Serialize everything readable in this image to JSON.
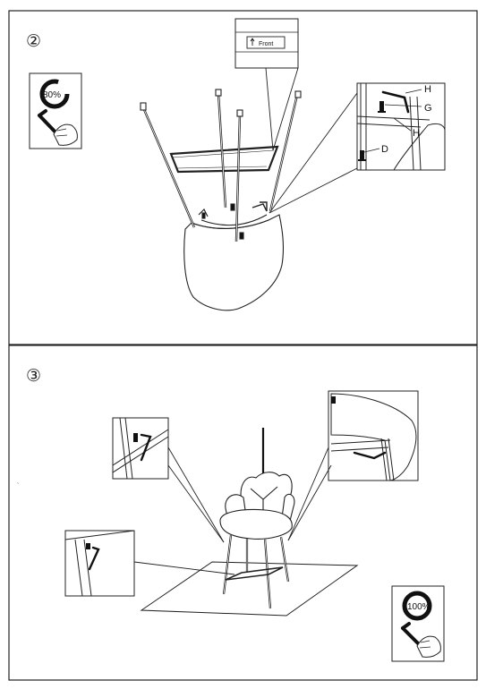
{
  "steps": [
    {
      "number": "②",
      "torque": "80%",
      "front_tag": "Front",
      "callouts": {
        "H_top": "H",
        "G": "G",
        "H_bottom": "H",
        "D": "D"
      }
    },
    {
      "number": "③",
      "torque": "100%"
    }
  ],
  "stray_mark": "`"
}
